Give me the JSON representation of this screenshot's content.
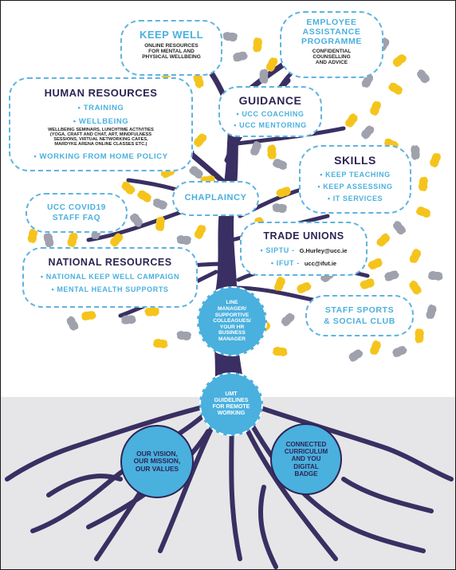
{
  "colors": {
    "trunk": "#3a2f62",
    "leaf_yellow": "#f5c41c",
    "leaf_gray": "#9fa2ad",
    "accent_cyan": "#4ab0de",
    "navy_text": "#2c2454",
    "ground": "#e6e6e8"
  },
  "keep_well": {
    "title": "KEEP WELL",
    "lines": [
      "ONLINE RESOURCES",
      "FOR MENTAL AND",
      "PHYSICAL WELLBEING"
    ]
  },
  "eap": {
    "title_lines": [
      "EMPLOYEE",
      "ASSISTANCE",
      "PROGRAMME"
    ],
    "lines": [
      "CONFIDENTIAL",
      "COUNSELLING",
      "AND ADVICE"
    ]
  },
  "human_resources": {
    "title": "HUMAN RESOURCES",
    "training": "• TRAINING",
    "wellbeing": "• WELLBEING",
    "wellbeing_detail": [
      "WELLBEING SEMINARS, LUNCHTIME ACTIVITIES",
      "(YOGA, CRAFT AND CHAT, ART, MINDFULNESS",
      "SESSIONS, VIRTUAL NETWORKING CAFES,",
      "MARDYKE ARENA ONLINE CLASSES ETC.)"
    ],
    "wfh": "• WORKING FROM HOME POLICY"
  },
  "guidance": {
    "title": "GUIDANCE",
    "items": [
      "• UCC COACHING",
      "• UCC MENTORING"
    ]
  },
  "skills": {
    "title": "SKILLS",
    "items": [
      "• KEEP TEACHING",
      "• KEEP ASSESSING",
      "• IT SERVICES"
    ]
  },
  "chaplaincy": {
    "title": "CHAPLAINCY"
  },
  "covid_faq": {
    "lines": [
      "UCC COVID19",
      "STAFF FAQ"
    ]
  },
  "trade_unions": {
    "title": "TRADE UNIONS",
    "siptu_label": "• SIPTU -",
    "siptu_email": "G.Hurley@ucc.ie",
    "ifut_label": "• IFUT -",
    "ifut_email": "ucc@ifut.ie"
  },
  "national_resources": {
    "title": "NATIONAL RESOURCES",
    "items": [
      "• NATIONAL KEEP WELL CAMPAIGN",
      "• MENTAL HEALTH SUPPORTS"
    ]
  },
  "staff_sports": {
    "lines": [
      "STAFF SPORTS",
      "& SOCIAL CLUB"
    ]
  },
  "circles": {
    "line_manager": "LINE\nMANAGER/\nSUPPORTIVE\nCOLLEAGUES/\nYOUR HR\nBUSINESS\nMANAGER",
    "umt": "UMT\nGUIDELINES\nFOR REMOTE\nWORKING",
    "vision": "OUR VISION,\nOUR MISSION,\nOUR VALUES",
    "curriculum": "CONNECTED\nCURRICULUM\nAND YOU\nDIGITAL\nBADGE"
  }
}
